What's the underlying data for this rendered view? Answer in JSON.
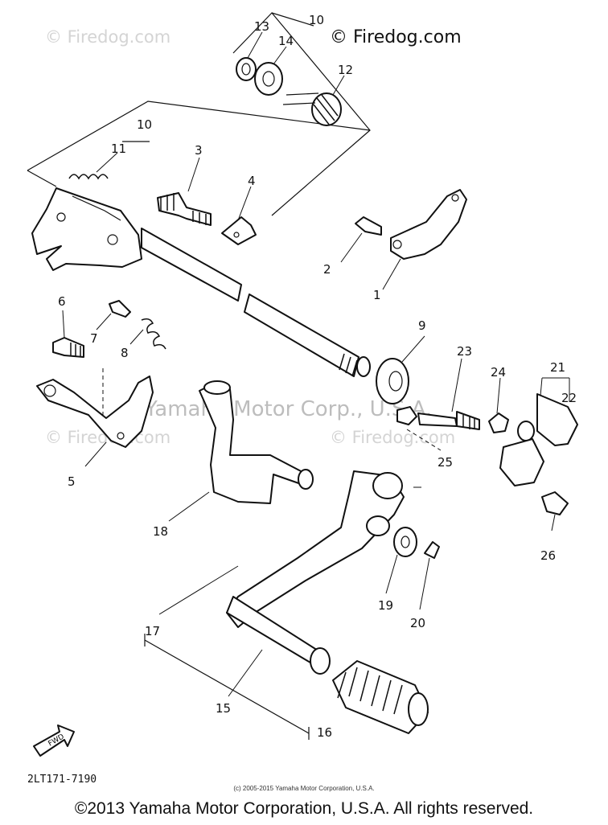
{
  "watermarks": {
    "top_left": "© Firedog.com",
    "top_right": "© Firedog.com",
    "middle_left": "© Firedog.com",
    "middle_right": "© Firedog.com",
    "center": "Yamaha Motor Corp., U.S.A."
  },
  "part_labels": [
    "1",
    "2",
    "3",
    "4",
    "5",
    "6",
    "7",
    "8",
    "9",
    "10",
    "10",
    "11",
    "12",
    "13",
    "14",
    "15",
    "16",
    "17",
    "18",
    "19",
    "20",
    "21",
    "22",
    "23",
    "24",
    "25",
    "26"
  ],
  "orientation_mark": "FWD",
  "diagram_code": "2LT171-7190",
  "small_copyright": "(c) 2005-2015 Yamaha Motor Corporation, U.S.A.",
  "copyright": "©2013 Yamaha Motor Corporation, U.S.A. All rights reserved."
}
